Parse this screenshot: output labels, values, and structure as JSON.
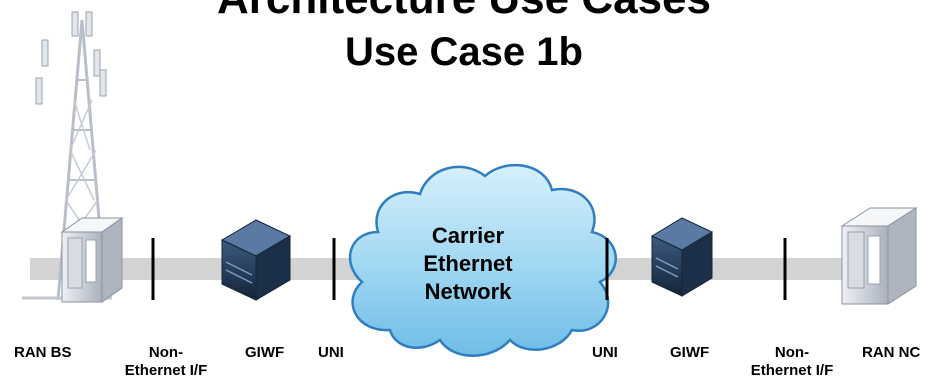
{
  "title": {
    "partial_top_line": "Architecture Use Cases",
    "main": "Use Case 1b"
  },
  "cloud": {
    "line1": "Carrier",
    "line2": "Ethernet",
    "line3": "Network"
  },
  "labels": {
    "ran_bs": "RAN BS",
    "non_eth_left_1": "Non-",
    "non_eth_left_2": "Ethernet I/F",
    "giwf_left": "GIWF",
    "uni_left": "UNI",
    "uni_right": "UNI",
    "giwf_right": "GIWF",
    "non_eth_right_1": "Non-",
    "non_eth_right_2": "Ethernet I/F",
    "ran_nc": "RAN NC"
  },
  "colors": {
    "cloud_fill": "#9ed6f2",
    "cloud_stroke": "#2f7fc0",
    "link_band": "#d3d3d3",
    "device_dark": "#1f3550"
  }
}
